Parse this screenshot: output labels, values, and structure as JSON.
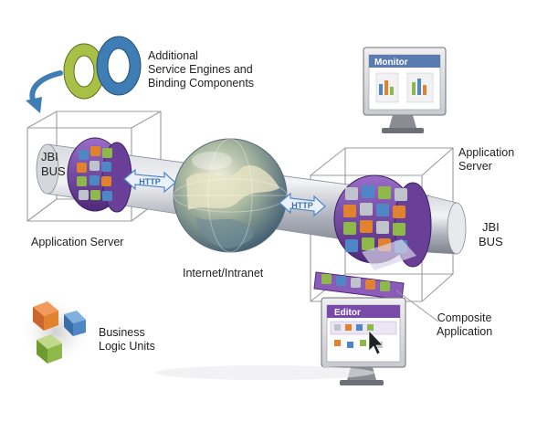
{
  "labels": {
    "additional": [
      "Additional",
      "Service Engines and",
      "Binding Components"
    ],
    "jbi_bus_left": [
      "JBI",
      "BUS"
    ],
    "app_server_left": "Application Server",
    "internet": "Internet/Intranet",
    "app_server_right": [
      "Application",
      "Server"
    ],
    "jbi_bus_right": [
      "JBI",
      "BUS"
    ],
    "composite": [
      "Composite",
      "Application"
    ],
    "business": [
      "Business",
      "Logic Units"
    ],
    "http_left": "HTTP",
    "http_right": "HTTP",
    "monitor_title": "Monitor",
    "editor_title": "Editor"
  },
  "colors": {
    "tube": "#a9adb8",
    "ring_purple": "#7a4aa8",
    "tile_blue": "#4f86c6",
    "tile_orange": "#e0822e",
    "tile_green": "#8fb84a",
    "tile_gray": "#bfc3cc",
    "monitor_header": "#5a7bb0",
    "editor_header": "#7a4aa8"
  }
}
